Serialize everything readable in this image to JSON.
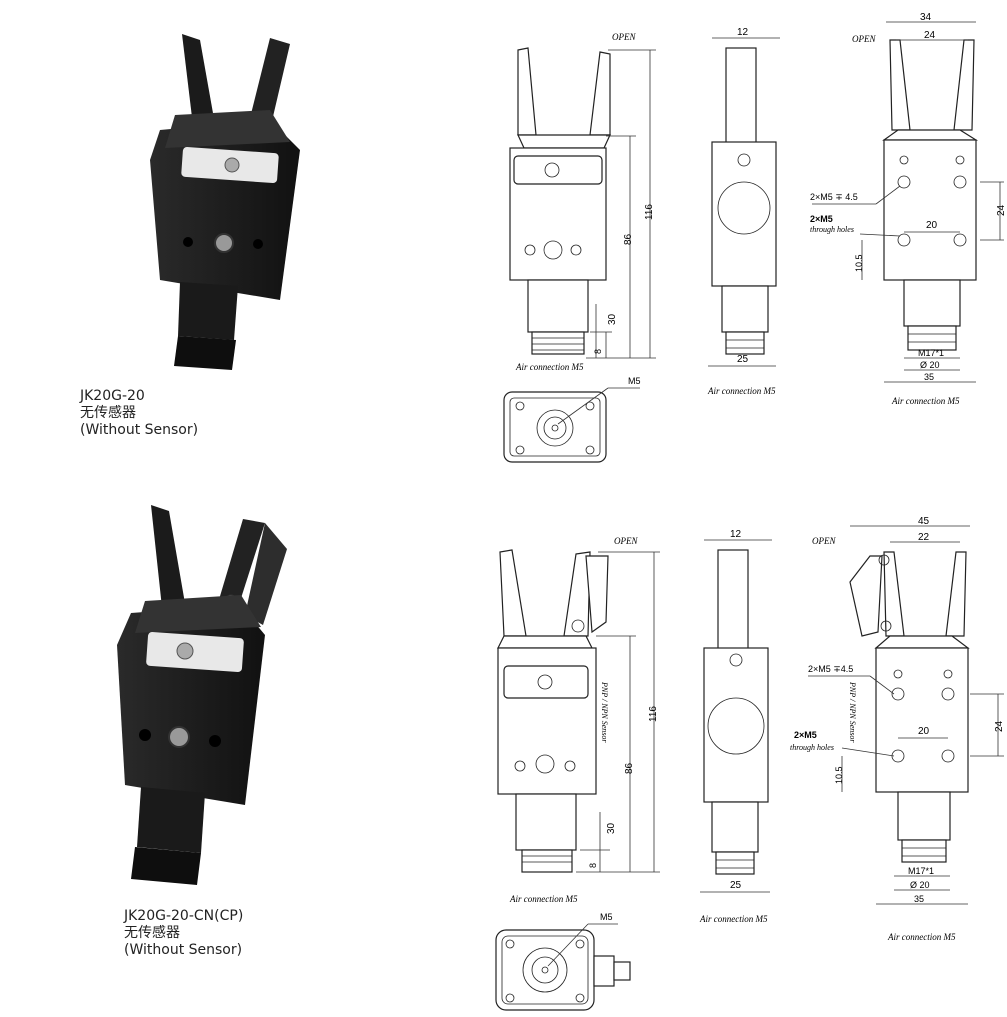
{
  "products": [
    {
      "model": "JK20G-20",
      "sensor_cn": "无传感器",
      "sensor_en": "(Without Sensor)"
    },
    {
      "model": "JK20G-20-CN(CP)",
      "sensor_cn": "无传感器",
      "sensor_en": "(Without Sensor)"
    }
  ],
  "drawing1": {
    "open": "OPEN",
    "dim_116": "116",
    "dim_86": "86",
    "dim_30": "30",
    "dim_8": "8",
    "air_front": "Air connection  M5",
    "m5": "M5",
    "dim_12": "12",
    "dim_25": "25",
    "air_side": "Air connection  M5",
    "dim_34": "34",
    "dim_24_top": "24",
    "open_right": "OPEN",
    "hole_spec1": "2×M5 ∓ 4.5",
    "hole_spec2": "2×M5",
    "through_holes": "through holes",
    "dim_20": "20",
    "dim_24_side": "24",
    "dim_10_5": "10.5",
    "m17": "M17*1",
    "d20": "Ø 20",
    "dim_35": "35",
    "air_right": "Air connection  M5"
  },
  "drawing2": {
    "open": "OPEN",
    "sensor_label": "PNP / NPN  Sensor",
    "dim_116": "116",
    "dim_86": "86",
    "dim_30": "30",
    "dim_8": "8",
    "air_front": "Air connection  M5",
    "m5": "M5",
    "dim_12": "12",
    "dim_25": "25",
    "air_side": "Air connection  M5",
    "dim_45": "45",
    "dim_22": "22",
    "open_right": "OPEN",
    "hole_spec1": "2×M5 ∓4.5",
    "sensor_label_right": "PNP / NPN  Sensor",
    "hole_spec2": "2×M5",
    "through_holes": "through holes",
    "dim_20": "20",
    "dim_24_side": "24",
    "dim_10_5": "10.5",
    "m17": "M17*1",
    "d20": "Ø 20",
    "dim_35": "35",
    "air_right": "Air connection  M5"
  }
}
